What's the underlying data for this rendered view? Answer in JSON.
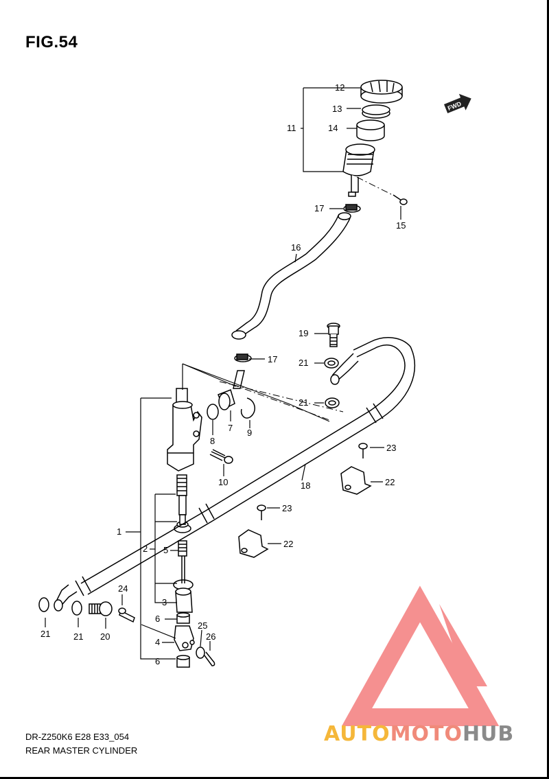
{
  "figure": {
    "title": "FIG.54"
  },
  "footer": {
    "model_code": "DR-Z250K6 E28 E33_054",
    "assembly_name": "REAR MASTER CYLINDER"
  },
  "direction_badge": "FWD",
  "callouts": {
    "c1": "1",
    "c2": "2",
    "c3": "3",
    "c4": "4",
    "c5": "5",
    "c6a": "6",
    "c6b": "6",
    "c7": "7",
    "c8": "8",
    "c9": "9",
    "c10": "10",
    "c11": "11",
    "c12": "12",
    "c13": "13",
    "c14": "14",
    "c15": "15",
    "c16": "16",
    "c17a": "17",
    "c17b": "17",
    "c18": "18",
    "c19": "19",
    "c20": "20",
    "c21a": "21",
    "c21b": "21",
    "c21c": "21",
    "c21d": "21",
    "c22a": "22",
    "c22b": "22",
    "c23a": "23",
    "c23b": "23",
    "c24": "24",
    "c25": "25",
    "c26": "26"
  },
  "watermark": {
    "part1": "AUTO",
    "part2": "MOTO",
    "part3": "HUB",
    "colors": {
      "auto": "#f5b73a",
      "moto": "#f08a7a",
      "hub": "#8a8a8a",
      "triangle": "#f26b6b"
    }
  }
}
